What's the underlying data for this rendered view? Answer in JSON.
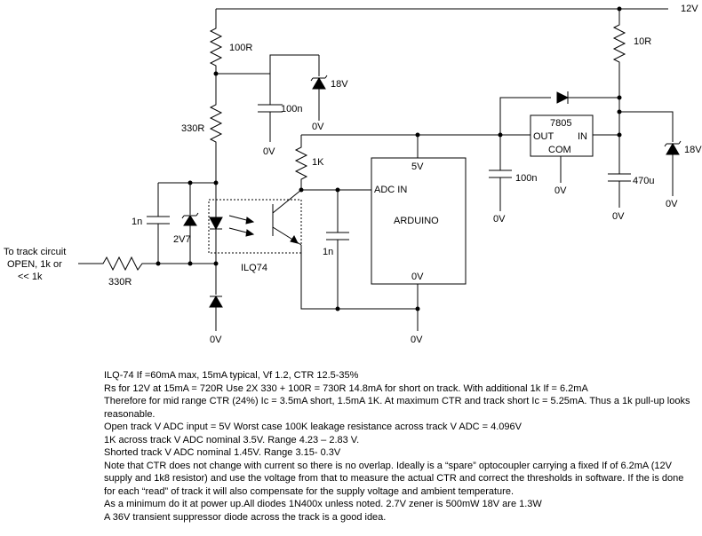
{
  "labels": {
    "supply": "12V",
    "r_100r": "100R",
    "r_10r": "10R",
    "zener_18v_top": "18V",
    "cap_100n_left": "100n",
    "gnd_0v": "0V",
    "r_330r_upper": "330R",
    "r_1k": "1K",
    "reg_part": "7805",
    "reg_out": "OUT",
    "reg_in": "IN",
    "reg_com": "COM",
    "zener_18v_right": "18V",
    "cap_100n_right": "100n",
    "cap_470u": "470u",
    "arduino_5v": "5V",
    "arduino_adc": "ADC IN",
    "arduino_name": "ARDUINO",
    "arduino_0v": "0V",
    "cap_1n_left": "1n",
    "zener_2v7": "2V7",
    "opto": "ILQ74",
    "cap_1n_adc": "1n",
    "input_line1": "To track circuit",
    "input_line2": "OPEN, 1k or",
    "input_line3": "<< 1k",
    "r_330r_input": "330R"
  },
  "notes": [
    "ILQ-74 If =60mA  max, 15mA typical, Vf 1.2, CTR 12.5-35%",
    "Rs for 12V at 15mA = 720R Use 2X 330 + 100R = 730R 14.8mA for short on track. With additional 1k If = 6.2mA",
    "Therefore for mid range CTR (24%) Ic = 3.5mA short, 1.5mA 1K.  At maximum CTR and track short Ic = 5.25mA. Thus a 1k pull-up looks reasonable.",
    "Open track V ADC input = 5V Worst case 100K leakage resistance across track V ADC = 4.096V",
    "1K across track V ADC nominal 3.5V. Range  4.23 – 2.83 V.",
    "Shorted track V ADC nominal 1.45V. Range  3.15- 0.3V",
    "Note that CTR does not change with current so there is no overlap. Ideally is a “spare” optocoupler carrying a fixed If of 6.2mA (12V supply and 1k8 resistor) and use the voltage from that to measure the actual CTR and correct the thresholds in software. If the is done for each “read” of track it will also compensate for the supply voltage and ambient temperature.",
    "As a minimum do it at power up.All diodes 1N400x unless noted. 2.7V zener is 500mW 18V are 1.3W",
    "A 36V transient suppressor diode across the track is a good idea."
  ]
}
